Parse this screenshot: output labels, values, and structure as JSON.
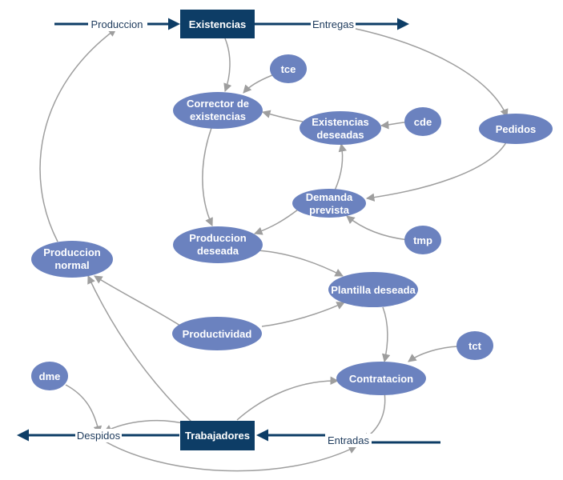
{
  "colors": {
    "stock": "#0d3d66",
    "aux": "#6b82bf",
    "link": "#9e9e9e",
    "flow": "#0d3d66"
  },
  "stocks": {
    "existencias": "Existencias",
    "trabajadores": "Trabajadores"
  },
  "flows": {
    "produccion": "Produccion",
    "entregas": "Entregas",
    "despidos": "Despidos",
    "entradas": "Entradas"
  },
  "variables": {
    "tce": "tce",
    "corrector_l1": "Corrector de",
    "corrector_l2": "existencias",
    "exist_des_l1": "Existencias",
    "exist_des_l2": "deseadas",
    "cde": "cde",
    "pedidos": "Pedidos",
    "demanda_l1": "Demanda",
    "demanda_l2": "prevista",
    "tmp": "tmp",
    "prod_des_l1": "Produccion",
    "prod_des_l2": "deseada",
    "prod_normal_l1": "Produccion",
    "prod_normal_l2": "normal",
    "plantilla": "Plantilla deseada",
    "productividad": "Productividad",
    "tct": "tct",
    "contratacion": "Contratacion",
    "dme": "dme"
  }
}
